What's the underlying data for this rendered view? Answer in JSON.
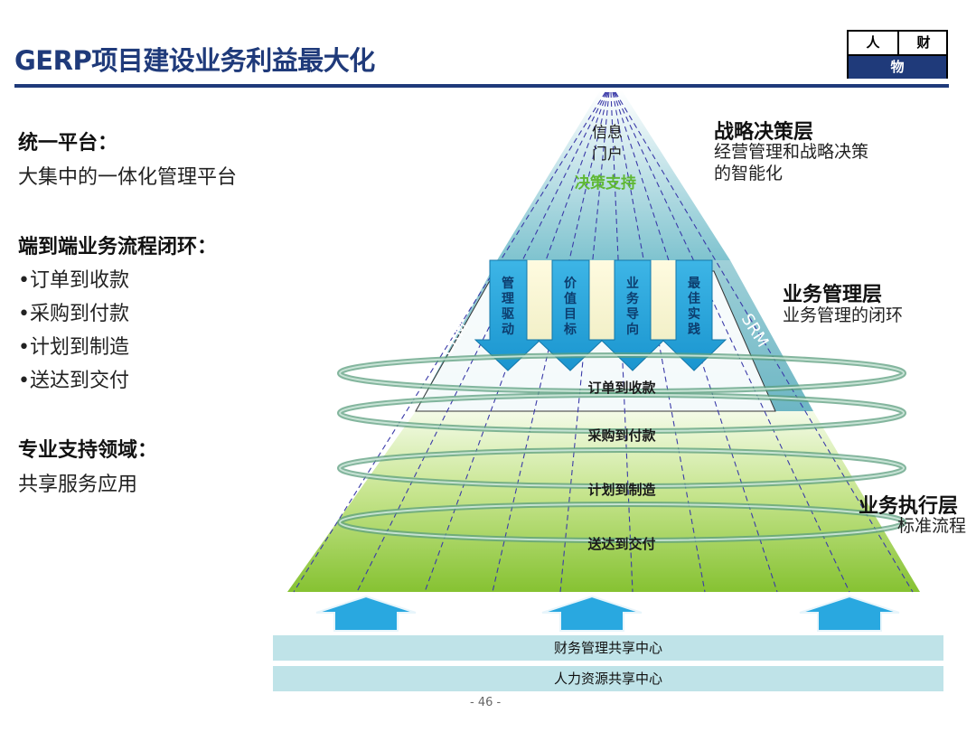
{
  "header": {
    "title": "GERP项目建设业务利益最大化",
    "badge": {
      "top_left": "人",
      "top_right": "财",
      "bottom": "物"
    }
  },
  "left_panel": {
    "section1": {
      "heading": "统一平台：",
      "text": "大集中的一体化管理平台"
    },
    "section2": {
      "heading": "端到端业务流程闭环：",
      "items": [
        "•订单到收款",
        "•采购到付款",
        "•计划到制造",
        "•送达到交付"
      ]
    },
    "section3": {
      "heading": "专业支持领域：",
      "text": "共享服务应用"
    }
  },
  "pyramid": {
    "apex": {
      "line1": "信息",
      "line2": "门户",
      "line3": "决策支持"
    },
    "side_left": "CRM",
    "side_right": "SRM",
    "arrows": [
      "管理驱动",
      "价值目标",
      "业务导向",
      "最佳实践"
    ],
    "rings": [
      "订单到收款",
      "采购到付款",
      "计划到制造",
      "送达到交付"
    ]
  },
  "layers": {
    "strategy": {
      "heading": "战略决策层",
      "line1": "经营管理和战略决策",
      "line2": "的智能化"
    },
    "management": {
      "heading": "业务管理层",
      "text": "业务管理的闭环"
    },
    "execution": {
      "heading": "业务执行层",
      "text": "标准流程"
    }
  },
  "bottom_bars": [
    "财务管理共享中心",
    "人力资源共享中心"
  ],
  "page_number": "- 46 -",
  "colors": {
    "brand": "#1f3a7a",
    "arrow_blue": "#29a8e0",
    "green": "#8cc63f",
    "teal": "#7fc3cf",
    "bar": "#bfe3e8"
  }
}
